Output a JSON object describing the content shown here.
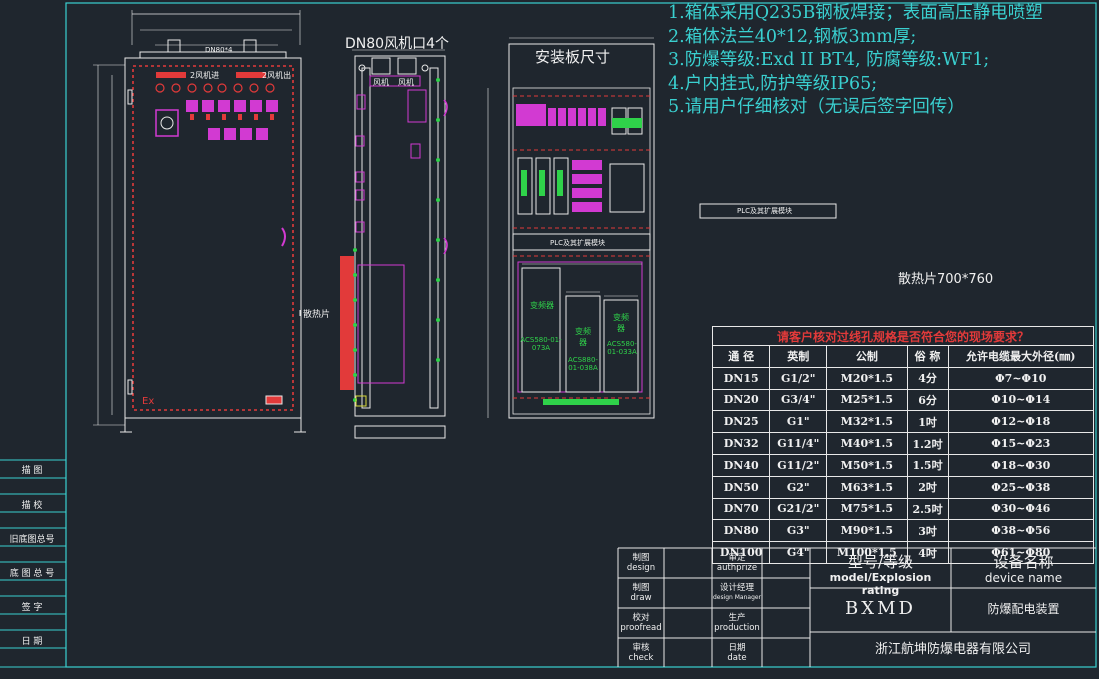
{
  "notes": [
    "1.箱体采用Q235B钢板焊接；表面高压静电喷塑",
    "2.箱体法兰40*12,钢板3mm厚;",
    "3.防爆等级:Exd II BT4, 防腐等级:WF1;",
    "4.户内挂式,防护等级IP65;",
    "5.请用户仔细核对（无误后签字回传）"
  ],
  "labels": {
    "fan_outlets": "DN80风机口4个",
    "mounting_plate": "安装板尺寸",
    "heatsink_size": "散热片700*760",
    "heatsink": "散热片",
    "plc_box_top": "PLC及其扩展模块",
    "plc_box_mid": "PLC及其扩展模块",
    "dn80_front": "DN80*4",
    "fan_in": "2风机进",
    "fan_out": "2风机出",
    "fan1": "风机",
    "fan2": "风机",
    "ex_mark": "Ex",
    "vfd1": "变频器",
    "vfd1_model": "ACS580-01-073A",
    "vfd2": "变频器",
    "vfd2_model": "ACS880-01-038A",
    "vfd3": "变频器",
    "vfd3_model": "ACS580-01-033A"
  },
  "side_labels": [
    "描 图",
    "描 校",
    "旧底图总号",
    "底 图 总 号",
    "签 字",
    "日 期"
  ],
  "spec_table": {
    "warning": "请客户核对过线孔规格是否符合您的现场要求？",
    "headers": [
      "通 径",
      "英制",
      "公制",
      "俗 称",
      "允许电缆最大外径(㎜)"
    ],
    "rows": [
      [
        "DN15",
        "G1/2\"",
        "M20*1.5",
        "4分",
        "Φ7~Φ10"
      ],
      [
        "DN20",
        "G3/4\"",
        "M25*1.5",
        "6分",
        "Φ10~Φ14"
      ],
      [
        "DN25",
        "G1\"",
        "M32*1.5",
        "1吋",
        "Φ12~Φ18"
      ],
      [
        "DN32",
        "G11/4\"",
        "M40*1.5",
        "1.2吋",
        "Φ15~Φ23"
      ],
      [
        "DN40",
        "G11/2\"",
        "M50*1.5",
        "1.5吋",
        "Φ18~Φ30"
      ],
      [
        "DN50",
        "G2\"",
        "M63*1.5",
        "2吋",
        "Φ25~Φ38"
      ],
      [
        "DN70",
        "G21/2\"",
        "M75*1.5",
        "2.5吋",
        "Φ30~Φ46"
      ],
      [
        "DN80",
        "G3\"",
        "M90*1.5",
        "3吋",
        "Φ38~Φ56"
      ],
      [
        "DN100",
        "G4\"",
        "M100*1.5",
        "4吋",
        "Φ61~Φ80"
      ]
    ]
  },
  "title_block": {
    "design": [
      "制图",
      "design"
    ],
    "draw": [
      "制图",
      "draw"
    ],
    "proofread": [
      "校对",
      "proofread"
    ],
    "check": [
      "审核",
      "check"
    ],
    "authorize": [
      "审定",
      "authprize"
    ],
    "design_manager": [
      "设计经理",
      "design Manager"
    ],
    "production": [
      "生产",
      "production"
    ],
    "date": [
      "日期",
      "date"
    ],
    "model_cn": "型号/等级",
    "model_en": "model/Explosion rating",
    "device_cn": "设备名称",
    "device_en": "device name",
    "model_value": "BXMD",
    "device_value": "防爆配电装置",
    "company": "浙江航坤防爆电器有限公司"
  },
  "colors": {
    "background": "#1f262e",
    "frame": "#3ad0d0",
    "line": "#e8e8e8",
    "magenta": "#d23ad2",
    "red": "#e23a3a",
    "green": "#2fd24a"
  }
}
